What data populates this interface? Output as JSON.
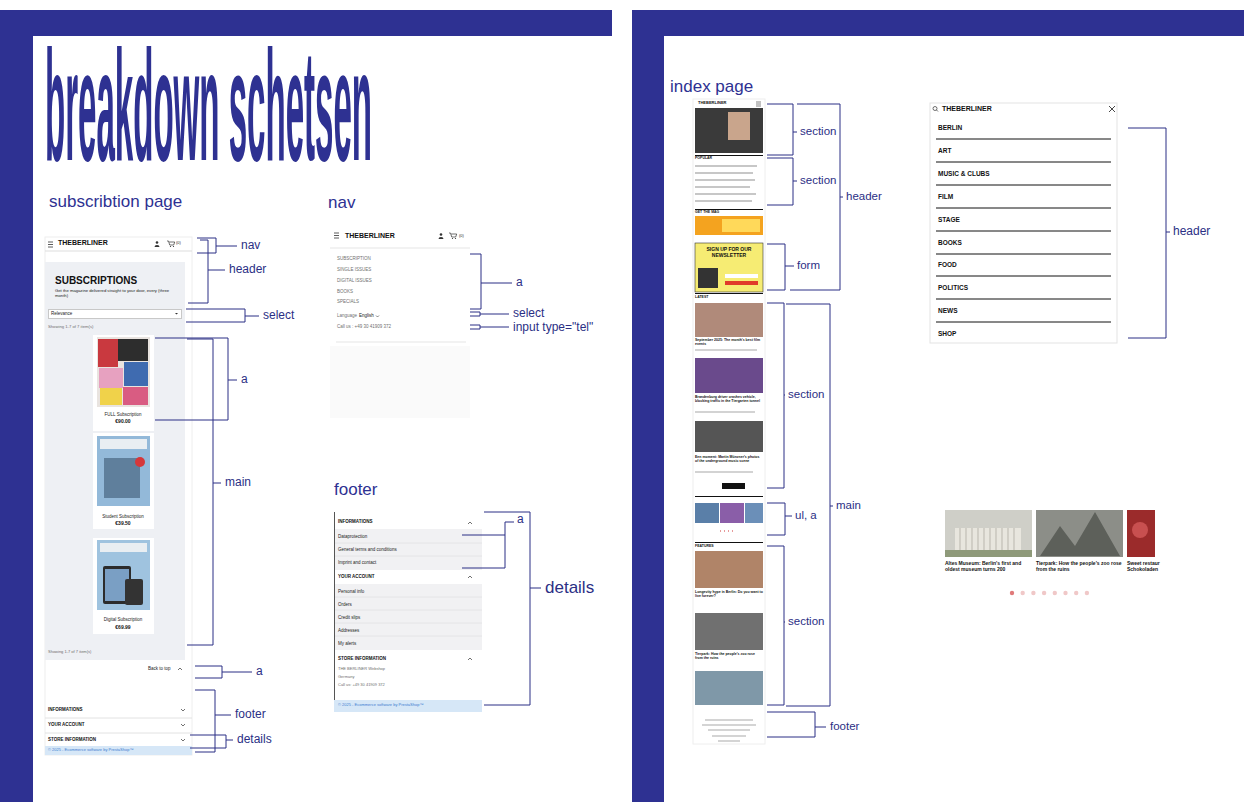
{
  "diagram": {
    "title": "breakdown schetsen",
    "labels": [
      "subscribtion page",
      "nav",
      "footer",
      "index page",
      "THEBERLINER",
      "SUBSCRIPTIONS",
      "Get the magazine delivered straight to your door, every (three month)",
      "Relevance",
      "Showing 1-7 of 7 item(s)",
      "FULL Subscription",
      "€90.00",
      "Student Subscription",
      "€39.50",
      "Digital Subscription",
      "€69.99",
      "Showing 1-7 of 7 item(s)",
      "Back to top",
      "INFORMATIONS",
      "YOUR ACCOUNT",
      "STORE INFORMATION",
      "© 2025 - Ecommerce software by PrestaShop™",
      "nav",
      "header",
      "select",
      "a",
      "main",
      "a",
      "footer",
      "details",
      "THEBERLINER",
      "SUBSCRIPTION",
      "SINGLE ISSUES",
      "DIGITAL ISSUES",
      "BOOKS",
      "SPECIALS",
      "Language",
      "English",
      "Call us : +49 30 41909 372",
      "a",
      "select",
      "input type=\"tel\"",
      "INFORMATIONS",
      "Dataprotection",
      "General terms and conditions",
      "Imprint and contact",
      "YOUR ACCOUNT",
      "Personal info",
      "Orders",
      "Credit slips",
      "Addresses",
      "My alerts",
      "STORE INFORMATION",
      "THE BERLINER Webshop",
      "Germany",
      "Call us: +49 30 41909 372",
      "© 2025 - Ecommerce software by PrestaShop™",
      "a",
      "details",
      "THEBERLINER",
      "POPULAR",
      "GET THE MAG",
      "SIGN UP FOR OUR NEWSLETTER",
      "LATEST",
      "September 2025: The month's best film events",
      "Brandenburg driver crashes vehicle, blocking traffic in the Tiergarten tunnel",
      "Een moment: Martin Münzner's photos of the underground music scene",
      "FEATURES",
      "Longevity hype in Berlin: Do you want to live forever?",
      "Tierpark: How the people's zoo rose from the ruins",
      "section",
      "section",
      "header",
      "form",
      "section",
      "ul, a",
      "main",
      "section",
      "footer",
      "THEBERLINER",
      "BERLIN",
      "ART",
      "MUSIC & CLUBS",
      "FILM",
      "STAGE",
      "BOOKS",
      "FOOD",
      "POLITICS",
      "NEWS",
      "SHOP",
      "header",
      "Altes Museum: Berlin's first and oldest museum turns 200",
      "Tierpark: How the people's zoo rose from the ruins",
      "Sweet restaur Schokoladen",
      "(0)",
      "(0)"
    ]
  }
}
